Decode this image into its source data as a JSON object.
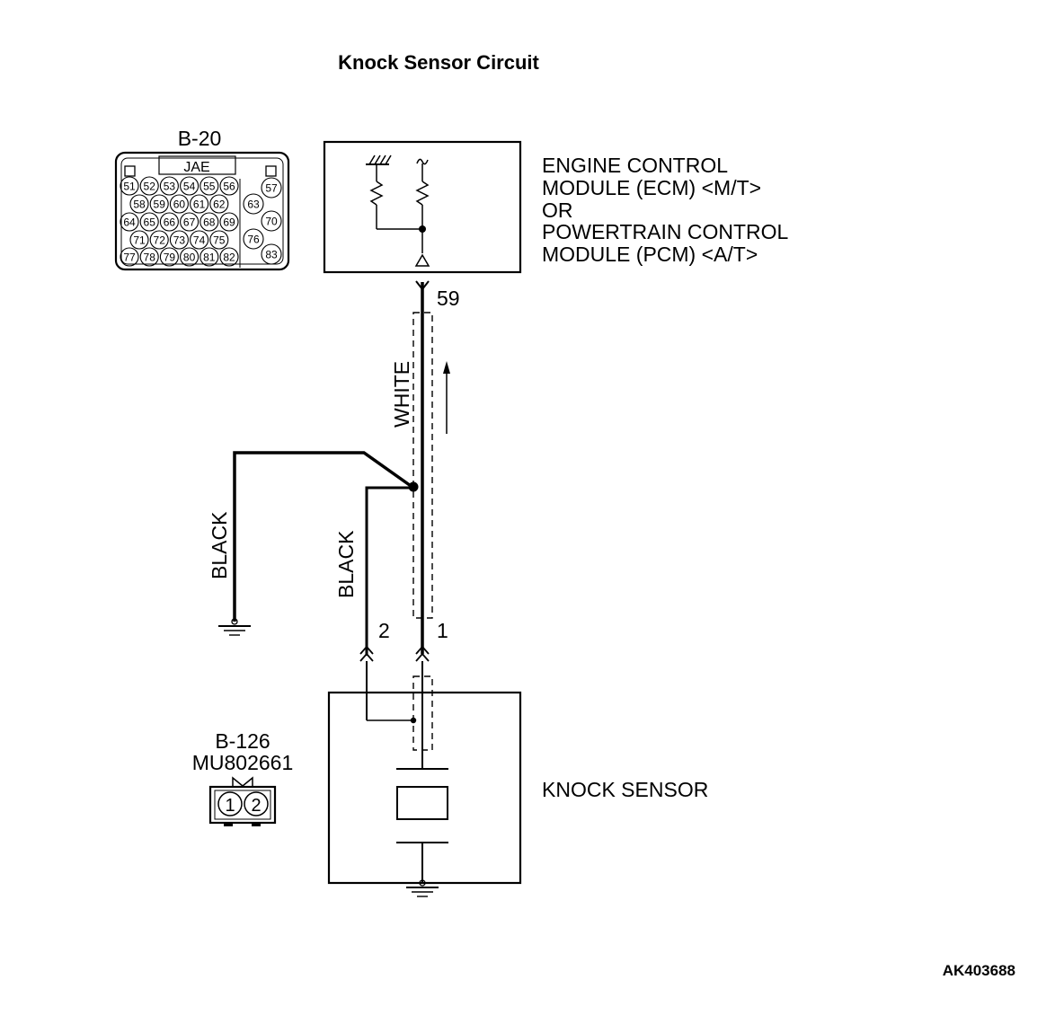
{
  "title": "Knock Sensor Circuit",
  "connector_b20": {
    "name": "B-20",
    "maker": "JAE",
    "pins": [
      "51",
      "52",
      "53",
      "54",
      "55",
      "56",
      "57",
      "58",
      "59",
      "60",
      "61",
      "62",
      "63",
      "64",
      "65",
      "66",
      "67",
      "68",
      "69",
      "70",
      "71",
      "72",
      "73",
      "74",
      "75",
      "76",
      "77",
      "78",
      "79",
      "80",
      "81",
      "82",
      "83"
    ]
  },
  "module": {
    "lines": [
      "ENGINE CONTROL",
      "MODULE (ECM) <M/T>",
      "OR",
      "POWERTRAIN CONTROL",
      "MODULE (PCM) <A/T>"
    ],
    "terminal": "59"
  },
  "wires": {
    "signal_color": "WHITE",
    "ground_color": "BLACK",
    "sensor_ground_color": "BLACK"
  },
  "sensor": {
    "label": "KNOCK SENSOR",
    "terminal_1": "1",
    "terminal_2": "2"
  },
  "connector_b126": {
    "name": "B-126",
    "part_number": "MU802661",
    "pins": [
      "1",
      "2"
    ]
  },
  "figure_id": "AK403688"
}
